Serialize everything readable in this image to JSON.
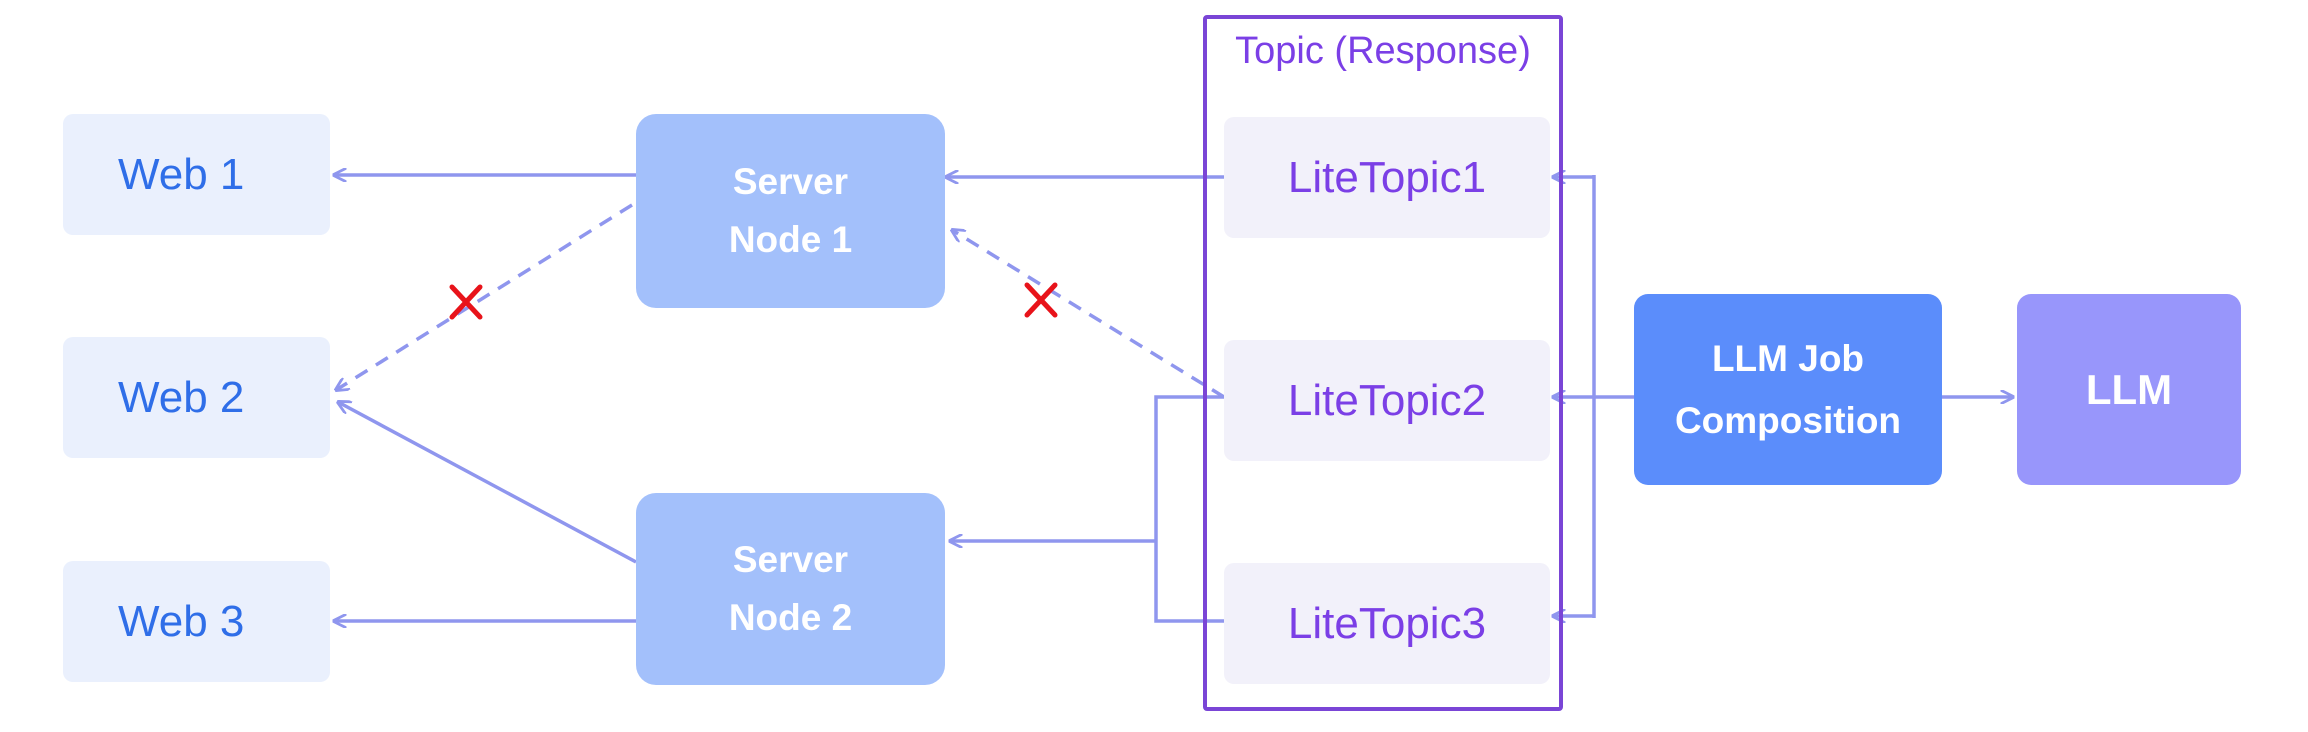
{
  "topic": {
    "title": "Topic (Response)"
  },
  "web_nodes": [
    {
      "label": "Web 1"
    },
    {
      "label": "Web 2"
    },
    {
      "label": "Web 3"
    }
  ],
  "server_nodes": [
    {
      "label": "Server\nNode 1"
    },
    {
      "label": "Server\nNode 2"
    }
  ],
  "lite_topics": [
    {
      "label": "LiteTopic1"
    },
    {
      "label": "LiteTopic2"
    },
    {
      "label": "LiteTopic3"
    }
  ],
  "job": {
    "label": "LLM Job\nComposition"
  },
  "llm": {
    "label": "LLM"
  },
  "colors": {
    "arrow": "#8f96ee",
    "cross": "#e8131a",
    "topic_border": "#7a45d6"
  },
  "broken_links": [
    "web2-server-node1",
    "server-node1-litetopic2"
  ]
}
